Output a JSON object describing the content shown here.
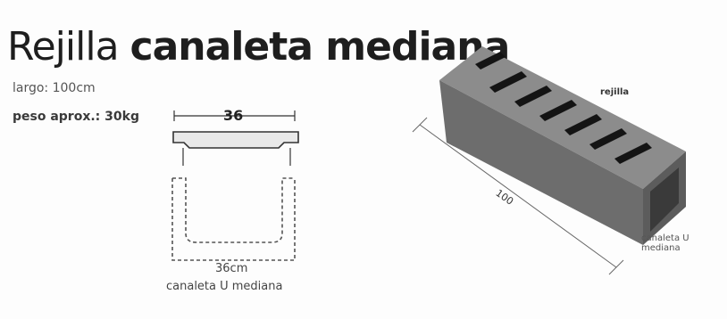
{
  "title": {
    "word1": "Rejilla",
    "word2": "canaleta mediana"
  },
  "specs": {
    "length": "largo: 100cm",
    "weight": "peso aprox.: 30kg"
  },
  "section_drawing": {
    "top_dimension": "36",
    "bottom_dimension": "36cm",
    "bottom_caption": "canaleta U mediana"
  },
  "product_view": {
    "grate_label": "rejilla",
    "channel_label_line1": "canaleta U",
    "channel_label_line2": "mediana",
    "length_label": "100"
  },
  "colors": {
    "concrete_dark": "#6e6e6e",
    "concrete_light": "#8a8a8a",
    "slot": "#141414"
  }
}
